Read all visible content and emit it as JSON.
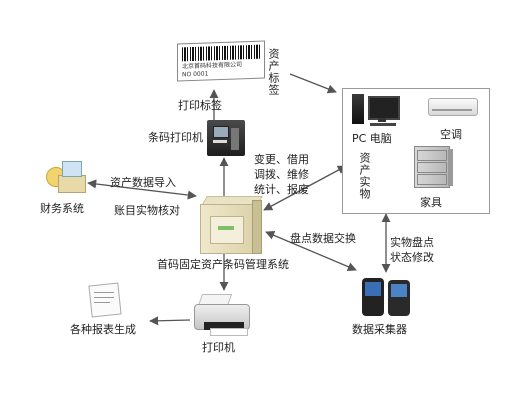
{
  "labels": {
    "barcode_label_vertical": "资产标签",
    "print_label": "打印标签",
    "barcode_printer": "条码打印机",
    "change_ops_line1": "变更、借用",
    "change_ops_line2": "调拨、维修",
    "change_ops_line3": "统计、报废",
    "asset_import": "资产数据导入",
    "account_check": "账目实物核对",
    "finance_system": "财务系统",
    "main_system": "首码固定资产条码管理系统",
    "inventory_exchange": "盘点数据交换",
    "inventory_status_line1": "实物盘点",
    "inventory_status_line2": "状态修改",
    "data_collector": "数据采集器",
    "report_generate": "各种报表生成",
    "printer": "打印机",
    "pc": "PC 电脑",
    "air_conditioner": "空调",
    "furniture": "家具",
    "asset_physical_vertical": "资产实物"
  },
  "barcode_text": {
    "line1": "北京首码科技有限公司",
    "line2": "NO 0001"
  },
  "colors": {
    "arrow": "#555555",
    "box_border": "#9a9a9a"
  }
}
